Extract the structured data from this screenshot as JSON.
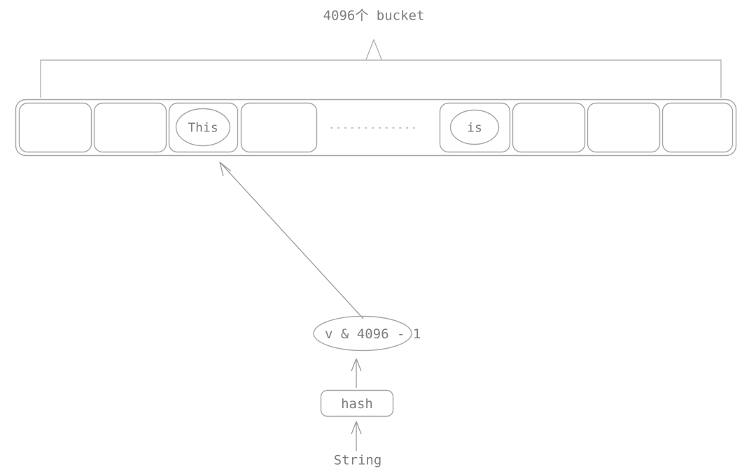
{
  "diagram": {
    "title": "4096个 bucket",
    "bucket_array": {
      "cells": [
        {
          "id": "cell-1",
          "label": ""
        },
        {
          "id": "cell-2",
          "label": ""
        },
        {
          "id": "cell-3",
          "label": "This"
        },
        {
          "id": "cell-4",
          "label": ""
        },
        {
          "id": "cell-5",
          "label": "is"
        },
        {
          "id": "cell-6",
          "label": ""
        },
        {
          "id": "cell-7",
          "label": ""
        },
        {
          "id": "cell-8",
          "label": ""
        }
      ],
      "ellipsis": "..............."
    },
    "formula": {
      "oval_label": "v & 4096",
      "trailing_label": "- 1",
      "full_label": "v & 4096 - 1"
    },
    "hash_box_label": "hash",
    "input_label": "String",
    "colors": {
      "stroke": "#a5a5a5",
      "text": "#7d7d7d",
      "background": "#ffffff",
      "dots": "#b9b9b9"
    }
  }
}
